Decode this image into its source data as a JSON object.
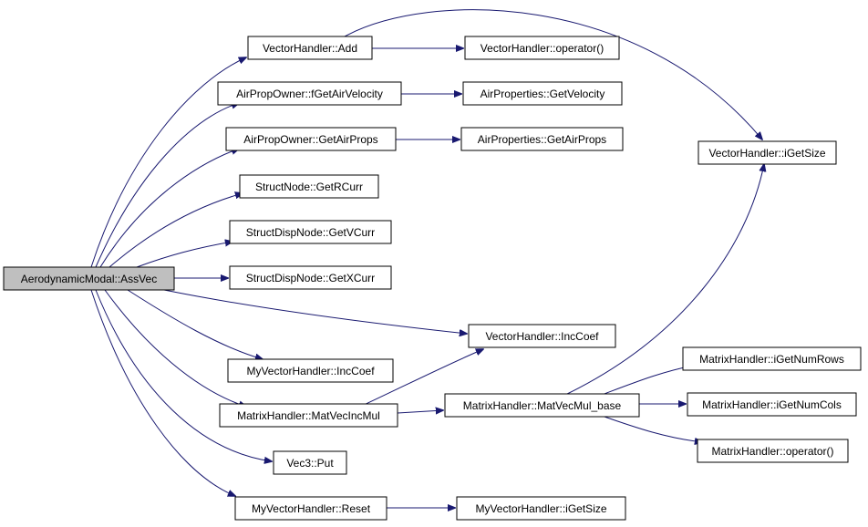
{
  "diagram": {
    "colors": {
      "edge": "#191970",
      "node_border": "#000000",
      "root_fill": "#bfbfbf",
      "node_fill": "#ffffff"
    },
    "nodes": {
      "root": "AerodynamicModal::AssVec",
      "vh_add": "VectorHandler::Add",
      "vh_op": "VectorHandler::operator()",
      "apo_fvel": "AirPropOwner::fGetAirVelocity",
      "ap_vel": "AirProperties::GetVelocity",
      "apo_props": "AirPropOwner::GetAirProps",
      "ap_props": "AirProperties::GetAirProps",
      "vh_isize": "VectorHandler::iGetSize",
      "sn_rcurr": "StructNode::GetRCurr",
      "sdn_vcurr": "StructDispNode::GetVCurr",
      "sdn_xcurr": "StructDispNode::GetXCurr",
      "vh_inc": "VectorHandler::IncCoef",
      "mvh_inc": "MyVectorHandler::IncCoef",
      "mh_nrows": "MatrixHandler::iGetNumRows",
      "mh_matvecinc": "MatrixHandler::MatVecIncMul",
      "mh_matvecbase": "MatrixHandler::MatVecMul_base",
      "mh_ncols": "MatrixHandler::iGetNumCols",
      "mh_op": "MatrixHandler::operator()",
      "vec3_put": "Vec3::Put",
      "mvh_reset": "MyVectorHandler::Reset",
      "mvh_isize": "MyVectorHandler::iGetSize"
    }
  }
}
